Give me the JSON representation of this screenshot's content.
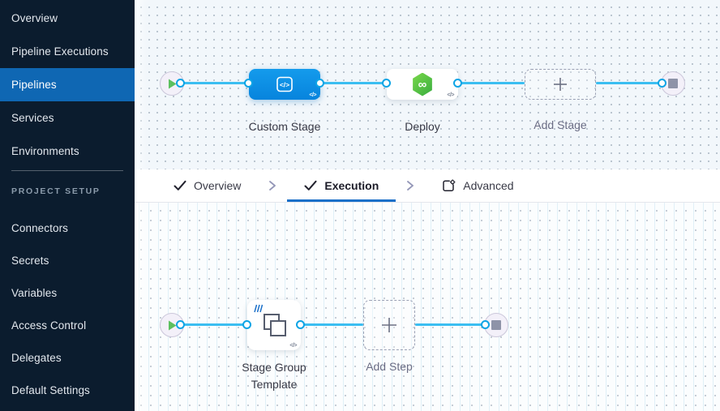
{
  "sidebar": {
    "nav_items": [
      {
        "label": "Overview",
        "active": false
      },
      {
        "label": "Pipeline Executions",
        "active": false
      },
      {
        "label": "Pipelines",
        "active": true
      },
      {
        "label": "Services",
        "active": false
      },
      {
        "label": "Environments",
        "active": false
      }
    ],
    "section_label": "PROJECT SETUP",
    "project_setup_items": [
      {
        "label": "Connectors"
      },
      {
        "label": "Secrets"
      },
      {
        "label": "Variables"
      },
      {
        "label": "Access Control"
      },
      {
        "label": "Delegates"
      },
      {
        "label": "Default Settings"
      }
    ]
  },
  "tab_bar": {
    "tabs": [
      {
        "label": "Overview",
        "state": "completed"
      },
      {
        "label": "Execution",
        "state": "active"
      },
      {
        "label": "Advanced",
        "state": "default"
      }
    ]
  },
  "stage_canvas": {
    "stages": [
      {
        "label": "Custom Stage",
        "type": "custom-stage"
      },
      {
        "label": "Deploy",
        "type": "deploy-cd"
      }
    ],
    "add_stage_label": "Add Stage"
  },
  "execution_canvas": {
    "steps": [
      {
        "label": "Stage Group Template",
        "type": "stage-group-template"
      }
    ],
    "add_step_label": "Add Step"
  },
  "icons": {
    "code_badge": "</>",
    "cd_glyph": "∞"
  },
  "colors": {
    "sidebar_bg": "#0b1c2e",
    "nav_active_bg": "#0f67b3",
    "stage_node_blue": "#0b8fe6",
    "deploy_green": "#42b54a",
    "connector_line": "#3bbef1",
    "port_ring": "#0da4e5",
    "tab_underline": "#1b70c9"
  }
}
